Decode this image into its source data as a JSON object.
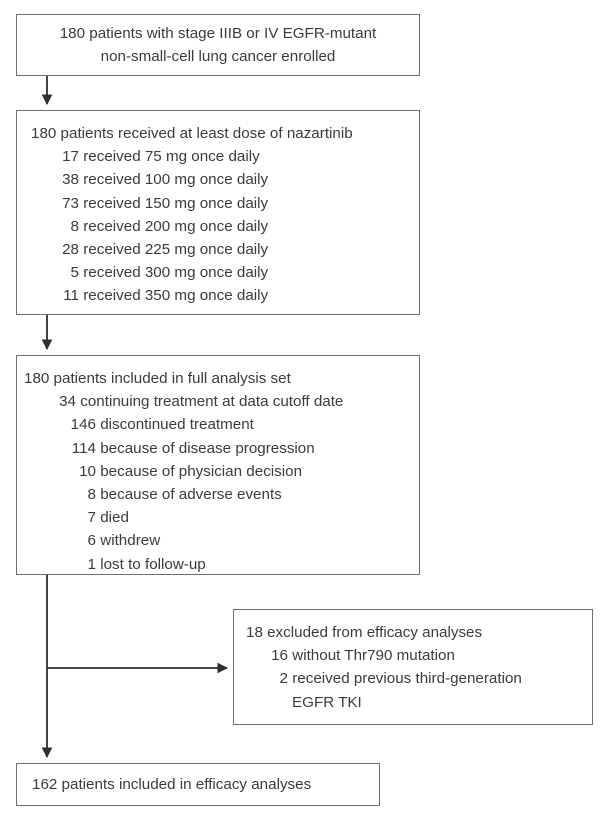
{
  "figure": {
    "type": "flowchart",
    "subject": "CONSORT-style patient disposition flow diagram for a nazartinib trial",
    "border_color": "#6e6e72",
    "text_color": "#3b3b3b",
    "background_color": "#ffffff"
  },
  "nodes": {
    "enrolled": {
      "id": "box1",
      "lines": [
        "180 patients with stage IIIB or IV EGFR-mutant",
        "non-small-cell lung cancer enrolled"
      ],
      "align": "center"
    },
    "dosed": {
      "id": "box2",
      "header": "180 patients received at least dose of nazartinib",
      "items": [
        {
          "count": "17",
          "text": "received 75 mg once daily"
        },
        {
          "count": "38",
          "text": "received 100 mg once daily"
        },
        {
          "count": "73",
          "text": "received 150 mg once daily"
        },
        {
          "count": "8",
          "text": "received 200 mg once daily"
        },
        {
          "count": "28",
          "text": "received 225 mg once daily"
        },
        {
          "count": "5",
          "text": "received 300 mg once daily"
        },
        {
          "count": "11",
          "text": "received 350 mg once daily"
        }
      ]
    },
    "full_analysis_set": {
      "id": "box3",
      "header": "180 patients included in full analysis set",
      "items": [
        {
          "count": "34",
          "text": "continuing treatment at data cutoff date",
          "indent": 1
        },
        {
          "count": "146",
          "text": "discontinued treatment",
          "indent": 2
        },
        {
          "count": "114",
          "text": "because of disease progression",
          "indent": 2
        },
        {
          "count": "10",
          "text": "because of physician decision",
          "indent": 2
        },
        {
          "count": "8",
          "text": "because of adverse events",
          "indent": 2
        },
        {
          "count": "7",
          "text": "died",
          "indent": 2
        },
        {
          "count": "6",
          "text": "withdrew",
          "indent": 2
        },
        {
          "count": "1",
          "text": "lost to follow-up",
          "indent": 2
        }
      ]
    },
    "excluded": {
      "id": "boxEx",
      "header": "18 excluded from efficacy analyses",
      "items": [
        {
          "count": "16",
          "text": "without Thr790 mutation"
        },
        {
          "count": "2",
          "text": "received previous third-generation"
        }
      ],
      "continuation": "EGFR TKI"
    },
    "efficacy": {
      "id": "box4",
      "text": "162 patients included in efficacy analyses"
    }
  },
  "connectors": [
    {
      "name": "enrolled-to-dosed",
      "kind": "arrow-down"
    },
    {
      "name": "dosed-to-analysis-set",
      "kind": "arrow-down"
    },
    {
      "name": "analysis-set-to-excluded",
      "kind": "elbow-right-arrow"
    },
    {
      "name": "analysis-set-to-efficacy",
      "kind": "arrow-down"
    }
  ]
}
